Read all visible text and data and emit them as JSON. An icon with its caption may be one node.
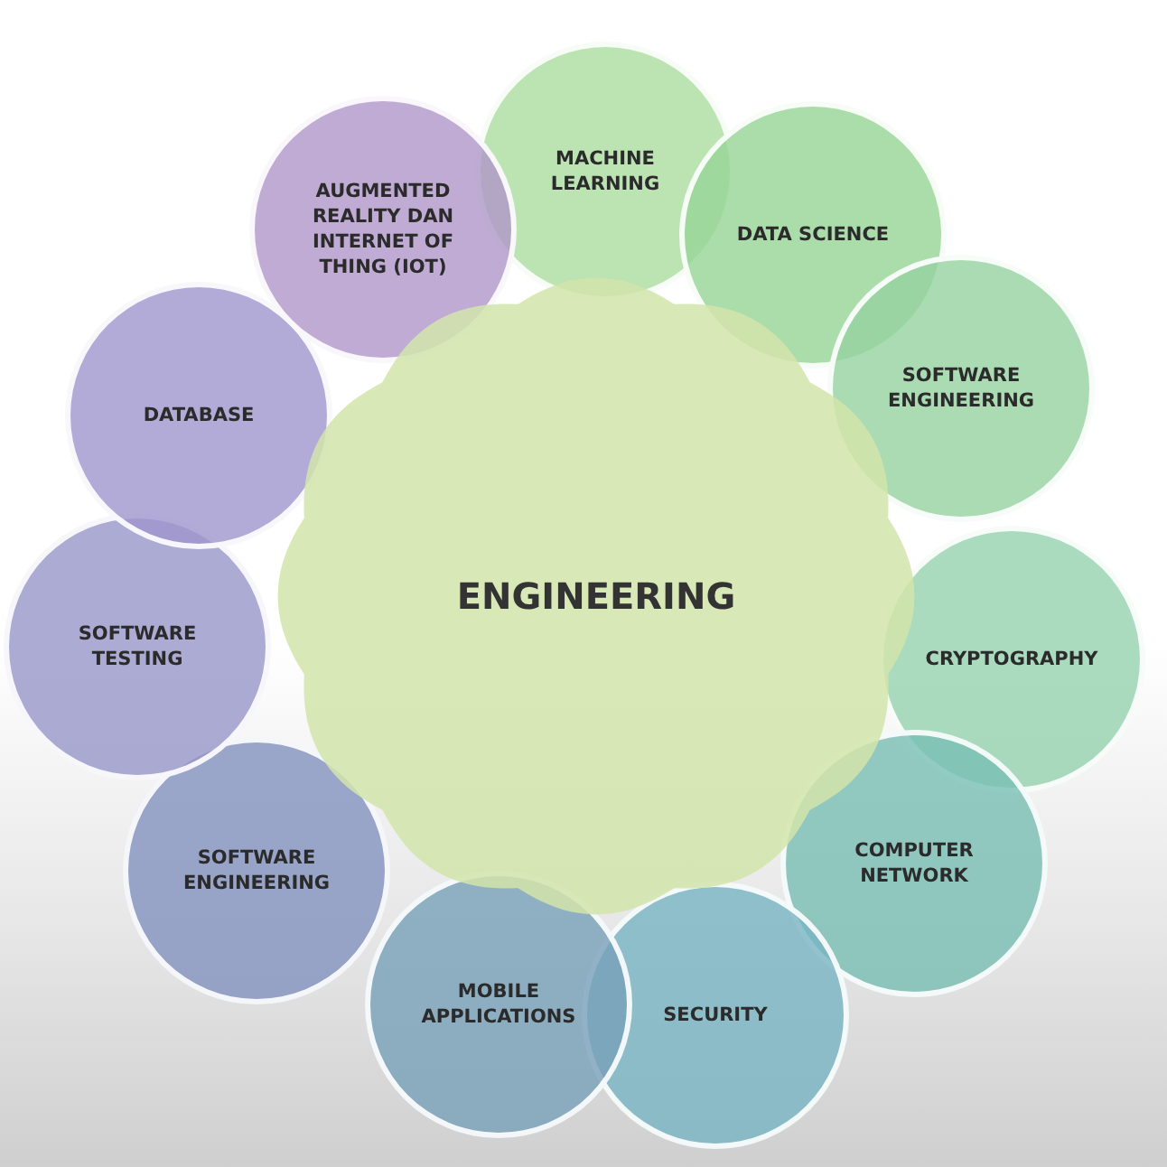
{
  "diagram": {
    "nodes": [
      {
        "text": [
          "ENGINEERING"
        ]
      },
      {
        "text": [
          "MACHINE LEARNING"
        ]
      },
      {
        "text": [
          "DATA SCIENCE"
        ]
      },
      {
        "text": [
          "SOFTWARE ENGINEERING"
        ]
      },
      {
        "text": [
          "CRYPTOGRAPHY"
        ]
      },
      {
        "text": [
          "COMPUTER NETWORK"
        ]
      },
      {
        "text": [
          "SECURITY"
        ]
      },
      {
        "text": [
          "MOBILE APPLICATIONS"
        ]
      },
      {
        "text": [
          "SOFTWARE ENGINEERING"
        ]
      },
      {
        "text": [
          "SOFTWARE TESTING"
        ]
      },
      {
        "text": [
          "DATABASE"
        ]
      },
      {
        "text": [
          "AUGMENTED REALITY DAN INTERNET OF THING (IOT)"
        ]
      }
    ],
    "edges": []
  }
}
